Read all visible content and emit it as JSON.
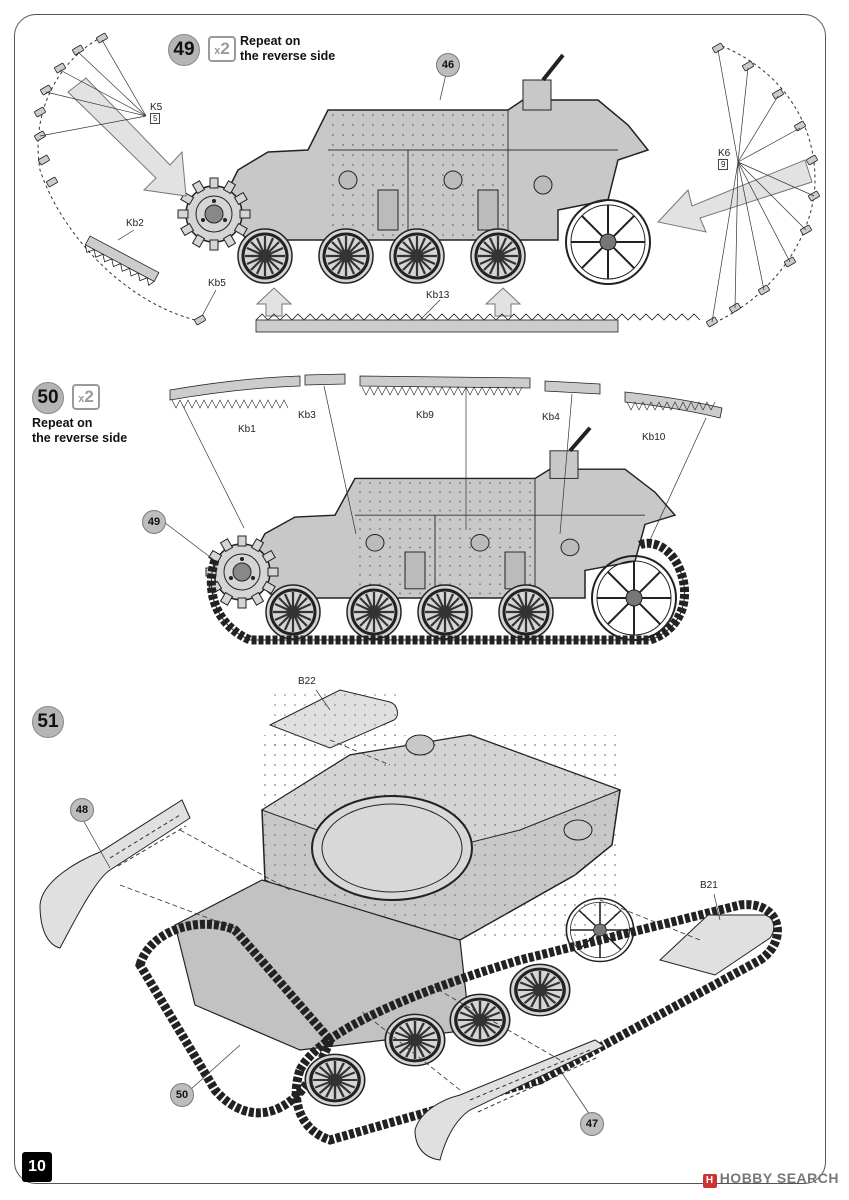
{
  "page": {
    "number": "10"
  },
  "steps": [
    {
      "number": "49",
      "multiplier_x": "x",
      "multiplier_n": "2",
      "note_line1": "Repeat on",
      "note_line2": "the reverse side"
    },
    {
      "number": "50",
      "multiplier_x": "x",
      "multiplier_n": "2",
      "note_line1": "Repeat on",
      "note_line2": "the reverse side"
    },
    {
      "number": "51"
    }
  ],
  "step49": {
    "part_refs": [
      "46"
    ],
    "labels": {
      "k5": "K5",
      "k5_qty": "5",
      "k6": "K6",
      "k6_qty": "9",
      "kb2": "Kb2",
      "kb5": "Kb5",
      "kb13": "Kb13"
    }
  },
  "step50": {
    "part_refs": [
      "49"
    ],
    "labels": {
      "kb1": "Kb1",
      "kb3": "Kb3",
      "kb9": "Kb9",
      "kb4": "Kb4",
      "kb10": "Kb10"
    }
  },
  "step51": {
    "part_refs": [
      "48",
      "50",
      "47"
    ],
    "labels": {
      "b22": "B22",
      "b21": "B21"
    }
  },
  "watermark": {
    "icon": "hobby-search-logo-icon",
    "text": "HOBBY SEARCH"
  },
  "colors": {
    "hull": "#c8c8c8",
    "step_circle": "#b5b5b5",
    "arrow_fill": "#e2e2e2",
    "line": "#333333"
  }
}
